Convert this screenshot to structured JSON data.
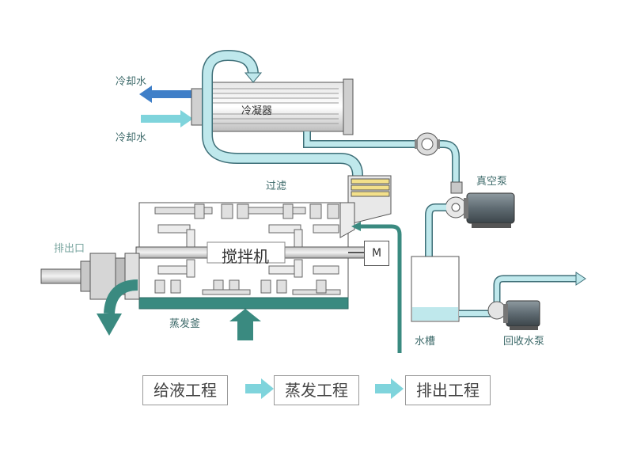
{
  "labels": {
    "cooling_water_out": "冷却水",
    "cooling_water_in": "冷却水",
    "condenser": "冷凝器",
    "filter": "过滤",
    "vacuum_pump": "真空泵",
    "discharge_port": "排出口",
    "mixer": "搅拌机",
    "motor": "M",
    "evaporator": "蒸发釜",
    "water_tank": "水槽",
    "recovery_pump": "回收水泵"
  },
  "process_steps": [
    "给液工程",
    "蒸发工程",
    "排出工程"
  ],
  "colors": {
    "pipe": "#bfe8ec",
    "pipe_stroke": "#3e6f78",
    "cooling_out": "#3f7fc8",
    "cooling_in": "#7fd4dc",
    "teal": "#3a8a80",
    "gray": "#d9d9d9"
  }
}
